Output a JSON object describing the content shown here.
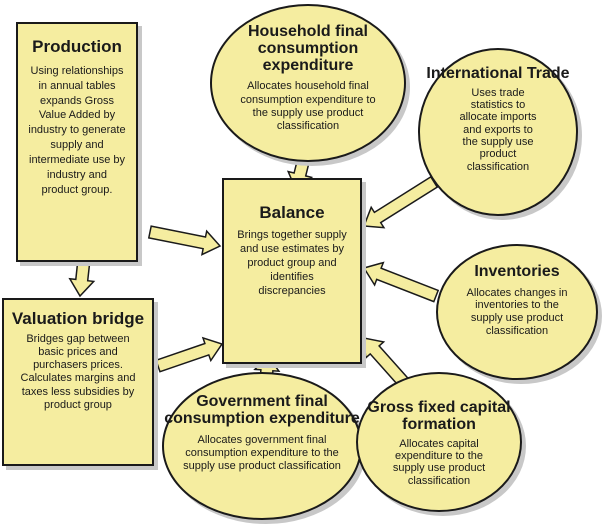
{
  "diagram": {
    "nodes": {
      "production": {
        "title": "Production",
        "body": "Using relationships in annual tables expands Gross Value Added by industry to generate supply and intermediate use by industry and product group."
      },
      "valuation": {
        "title": "Valuation bridge",
        "body": "Bridges gap between basic prices and purchasers prices. Calculates margins and taxes less subsidies by product group"
      },
      "balance": {
        "title": "Balance",
        "body": "Brings together supply and use estimates by product group and identifies discrepancies"
      },
      "household": {
        "title": "Household final consumption expenditure",
        "body": "Allocates household final consumption expenditure to the supply use product classification"
      },
      "trade": {
        "title": "International Trade",
        "body": "Uses trade statistics to allocate imports and exports to the supply use product classification"
      },
      "inventories": {
        "title": "Inventories",
        "body": "Allocates changes in inventories to the supply use product classification"
      },
      "government": {
        "title": "Government final consumption expenditure",
        "body": "Allocates government final consumption expenditure to the supply use product classification"
      },
      "gfcf": {
        "title": "Gross fixed capital formation",
        "body": "Allocates capital expenditure to the supply use product classification"
      }
    },
    "connections": [
      {
        "from": "production",
        "to": "balance"
      },
      {
        "from": "production",
        "to": "valuation"
      },
      {
        "from": "valuation",
        "to": "balance"
      },
      {
        "from": "household",
        "to": "balance"
      },
      {
        "from": "trade",
        "to": "balance"
      },
      {
        "from": "inventories",
        "to": "balance"
      },
      {
        "from": "government",
        "to": "balance"
      },
      {
        "from": "gfcf",
        "to": "balance"
      }
    ],
    "colors": {
      "node_fill": "#f5eda0",
      "outline": "#1a1a1a",
      "shadow": "#c8c8c8"
    }
  }
}
